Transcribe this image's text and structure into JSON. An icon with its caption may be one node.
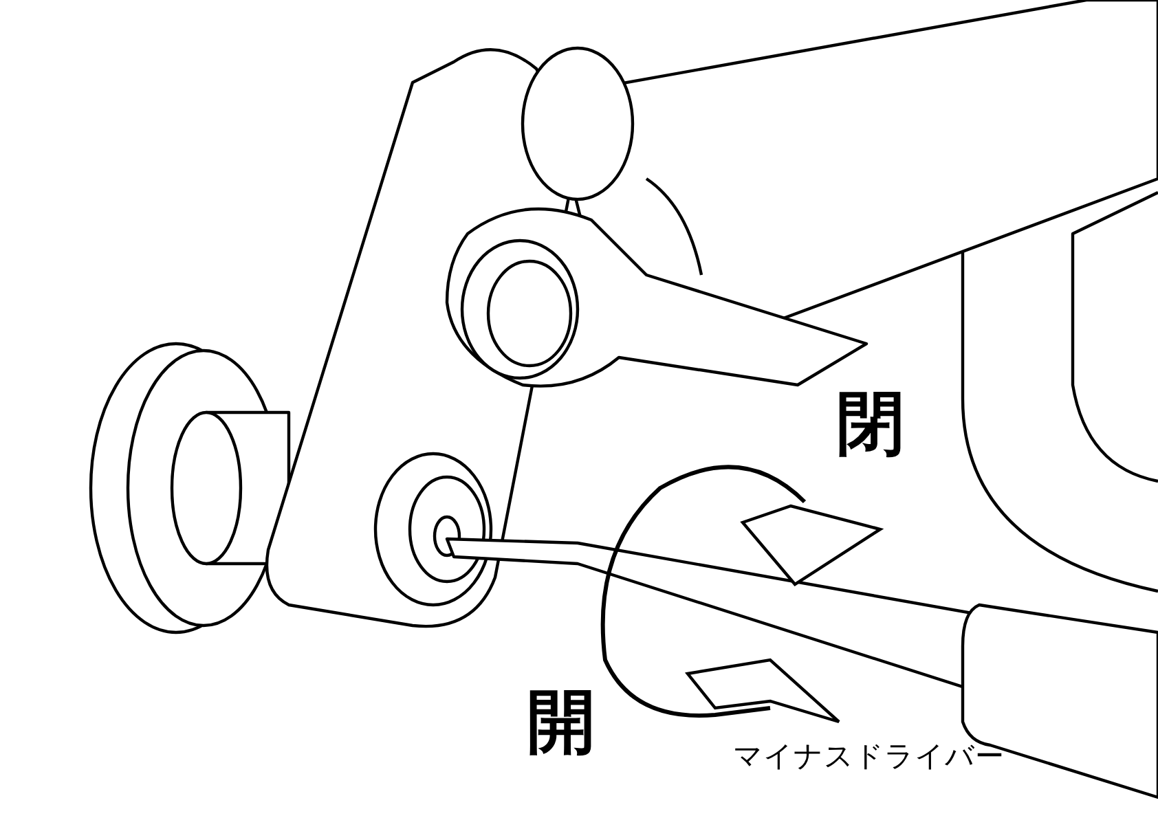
{
  "diagram": {
    "labels": [
      "閉",
      "開",
      "マイナスドライバー"
    ]
  }
}
